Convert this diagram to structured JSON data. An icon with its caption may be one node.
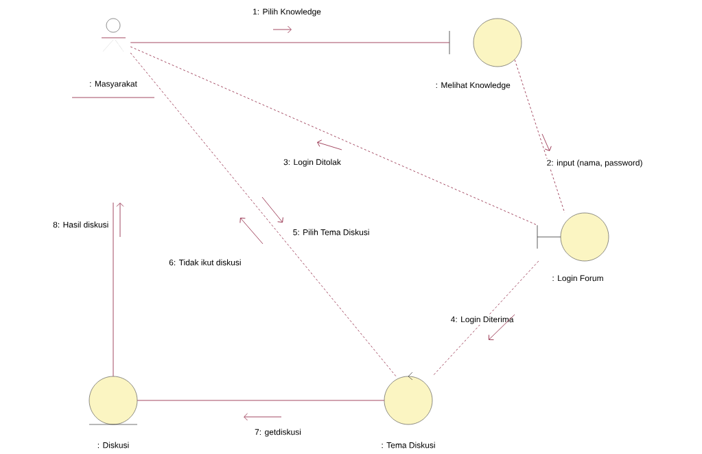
{
  "diagram": {
    "nodes": [
      {
        "text": [
          ": Masyarakat"
        ]
      },
      {
        "text": [
          ": Melihat Knowledge"
        ]
      },
      {
        "text": [
          ": Login Forum"
        ]
      },
      {
        "text": [
          ": Tema Diskusi"
        ]
      },
      {
        "text": [
          ": Diskusi"
        ]
      }
    ],
    "edges": [
      {
        "from": 0,
        "to": 1,
        "arrow": "none",
        "label": "1: Pilih Knowledge"
      },
      {
        "from": 1,
        "to": 2,
        "arrow": "none",
        "style": "dashed",
        "label": "2: input (nama, password)"
      },
      {
        "from": 0,
        "to": 2,
        "arrow": "none",
        "style": "dashed",
        "label": "3: Login Ditolak"
      },
      {
        "from": 2,
        "to": 3,
        "arrow": "none",
        "style": "dashed",
        "label": "4: Login Diterima"
      },
      {
        "from": 0,
        "to": 3,
        "arrow": "none",
        "style": "dashed",
        "label": "5: Pilih Tema Diskusi"
      },
      {
        "from": 3,
        "to": 4,
        "arrow": "none",
        "label": "7: getdiskusi"
      },
      {
        "from": 4,
        "to": null,
        "arrow": "none",
        "label": "8: Hasil diskusi"
      }
    ],
    "labels": [
      "6: Tidak ikut diskusi"
    ]
  }
}
